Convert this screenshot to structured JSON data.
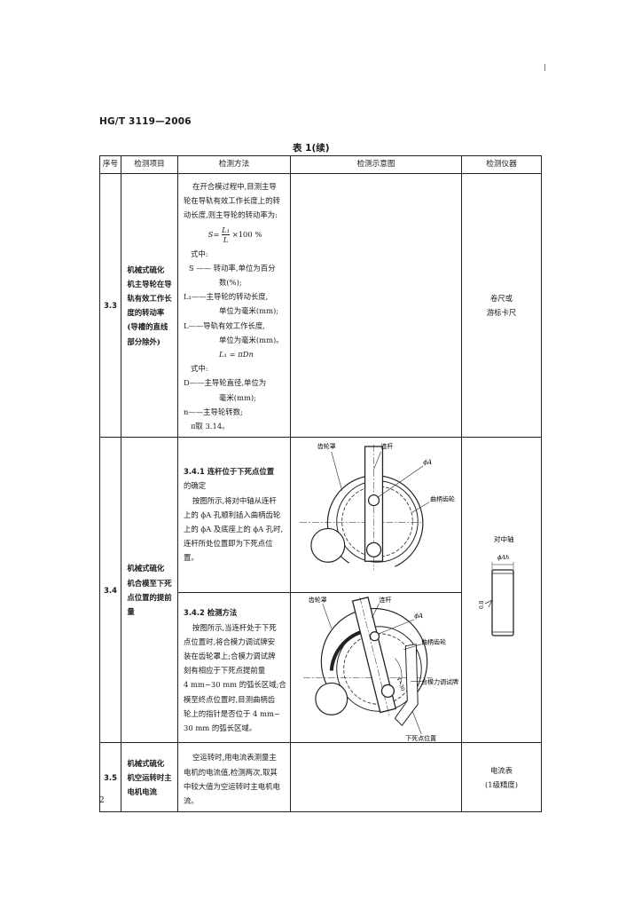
{
  "header": {
    "standard": "HG/T 3119—2006"
  },
  "table": {
    "caption": "表 1(续)",
    "headers": {
      "seq": "序号",
      "item": "检测项目",
      "method": "检测方法",
      "diagram": "检测示意图",
      "instrument": "检测仪器"
    },
    "rows": {
      "r33": {
        "seq": "3.3",
        "item": [
          "机械式硫化",
          "机主导轮在导",
          "轨有效工作长",
          "度的转动率",
          "(导槽的直线",
          "部分除外)"
        ],
        "method": {
          "intro": [
            "在开合模过程中,目测主导",
            "轮在导轨有效工作长度上的转",
            "动长度,则主导轮的转动率为:"
          ],
          "formula_lhs": "S=",
          "formula_num": "L₁",
          "formula_den": "L",
          "formula_rhs": "×100 %",
          "where1": "式中:",
          "def_s1": "S —— 转动率,单位为百分",
          "def_s2": "数(%);",
          "def_l11": "L₁——主导轮的转动长度,",
          "def_l12": "单位为毫米(mm);",
          "def_l1": "L——导轨有效工作长度,",
          "def_l2": "单位为毫米(mm)。",
          "eq2": "L₁ = πDn",
          "where2": "式中:",
          "def_d1": "D——主导轮直径,单位为",
          "def_d2": "毫米(mm);",
          "def_n": "n——主导轮转数;",
          "pi": "π取 3.14。"
        },
        "instrument": [
          "卷尺或",
          "游标卡尺"
        ]
      },
      "r34": {
        "seq": "3.4",
        "item": [
          "机械式硫化",
          "机合模至下死",
          "点位置的提前",
          "量"
        ],
        "m341_title": "3.4.1  连杆位于下死点位置",
        "m341_lines": [
          "的确定",
          "按图所示,将对中轴从连杆",
          "上的 ϕA 孔顺利插入曲柄齿轮",
          "上的 ϕA 及底座上的 ϕA 孔时,",
          "连杆所处位置即为下死点位",
          "置。"
        ],
        "m342_title": "3.4.2  检测方法",
        "m342_lines": [
          "按图所示,当连杆处于下死",
          "点位置时,将合模力调试牌安",
          "装在齿轮罩上;合模力调试牌",
          "刻有相应于下死点提前量",
          "4 mm~30 mm 的弧长区域;合",
          "模至终点位置时,目测曲柄齿",
          "轮上的指针是否位于 4 mm~",
          "30 mm 的弧长区域。"
        ],
        "fig1": {
          "gear_cover": "齿轮罩",
          "link": "连杆",
          "phi_a": "ϕA",
          "crank_gear": "曲柄齿轮"
        },
        "fig2": {
          "gear_cover": "齿轮罩",
          "link": "连杆",
          "phi_a": "ϕA",
          "crank_gear": "曲柄齿轮",
          "arc": "4~30",
          "plate": "合模力调试牌",
          "bdc": "下死点位置"
        },
        "instrument": {
          "name": "对中轴",
          "dim": "ϕAh",
          "rough": "0.8"
        }
      },
      "r35": {
        "seq": "3.5",
        "item": [
          "机械式硫化",
          "机空运转时主",
          "电机电流"
        ],
        "method": [
          "空运转时,用电流表测量主",
          "电机的电流值,检测两次,取其",
          "中较大值为空运转时主电机电",
          "流。"
        ],
        "instrument": [
          "电流表",
          "(1级精度)"
        ]
      }
    }
  },
  "footer": {
    "page": "2"
  }
}
